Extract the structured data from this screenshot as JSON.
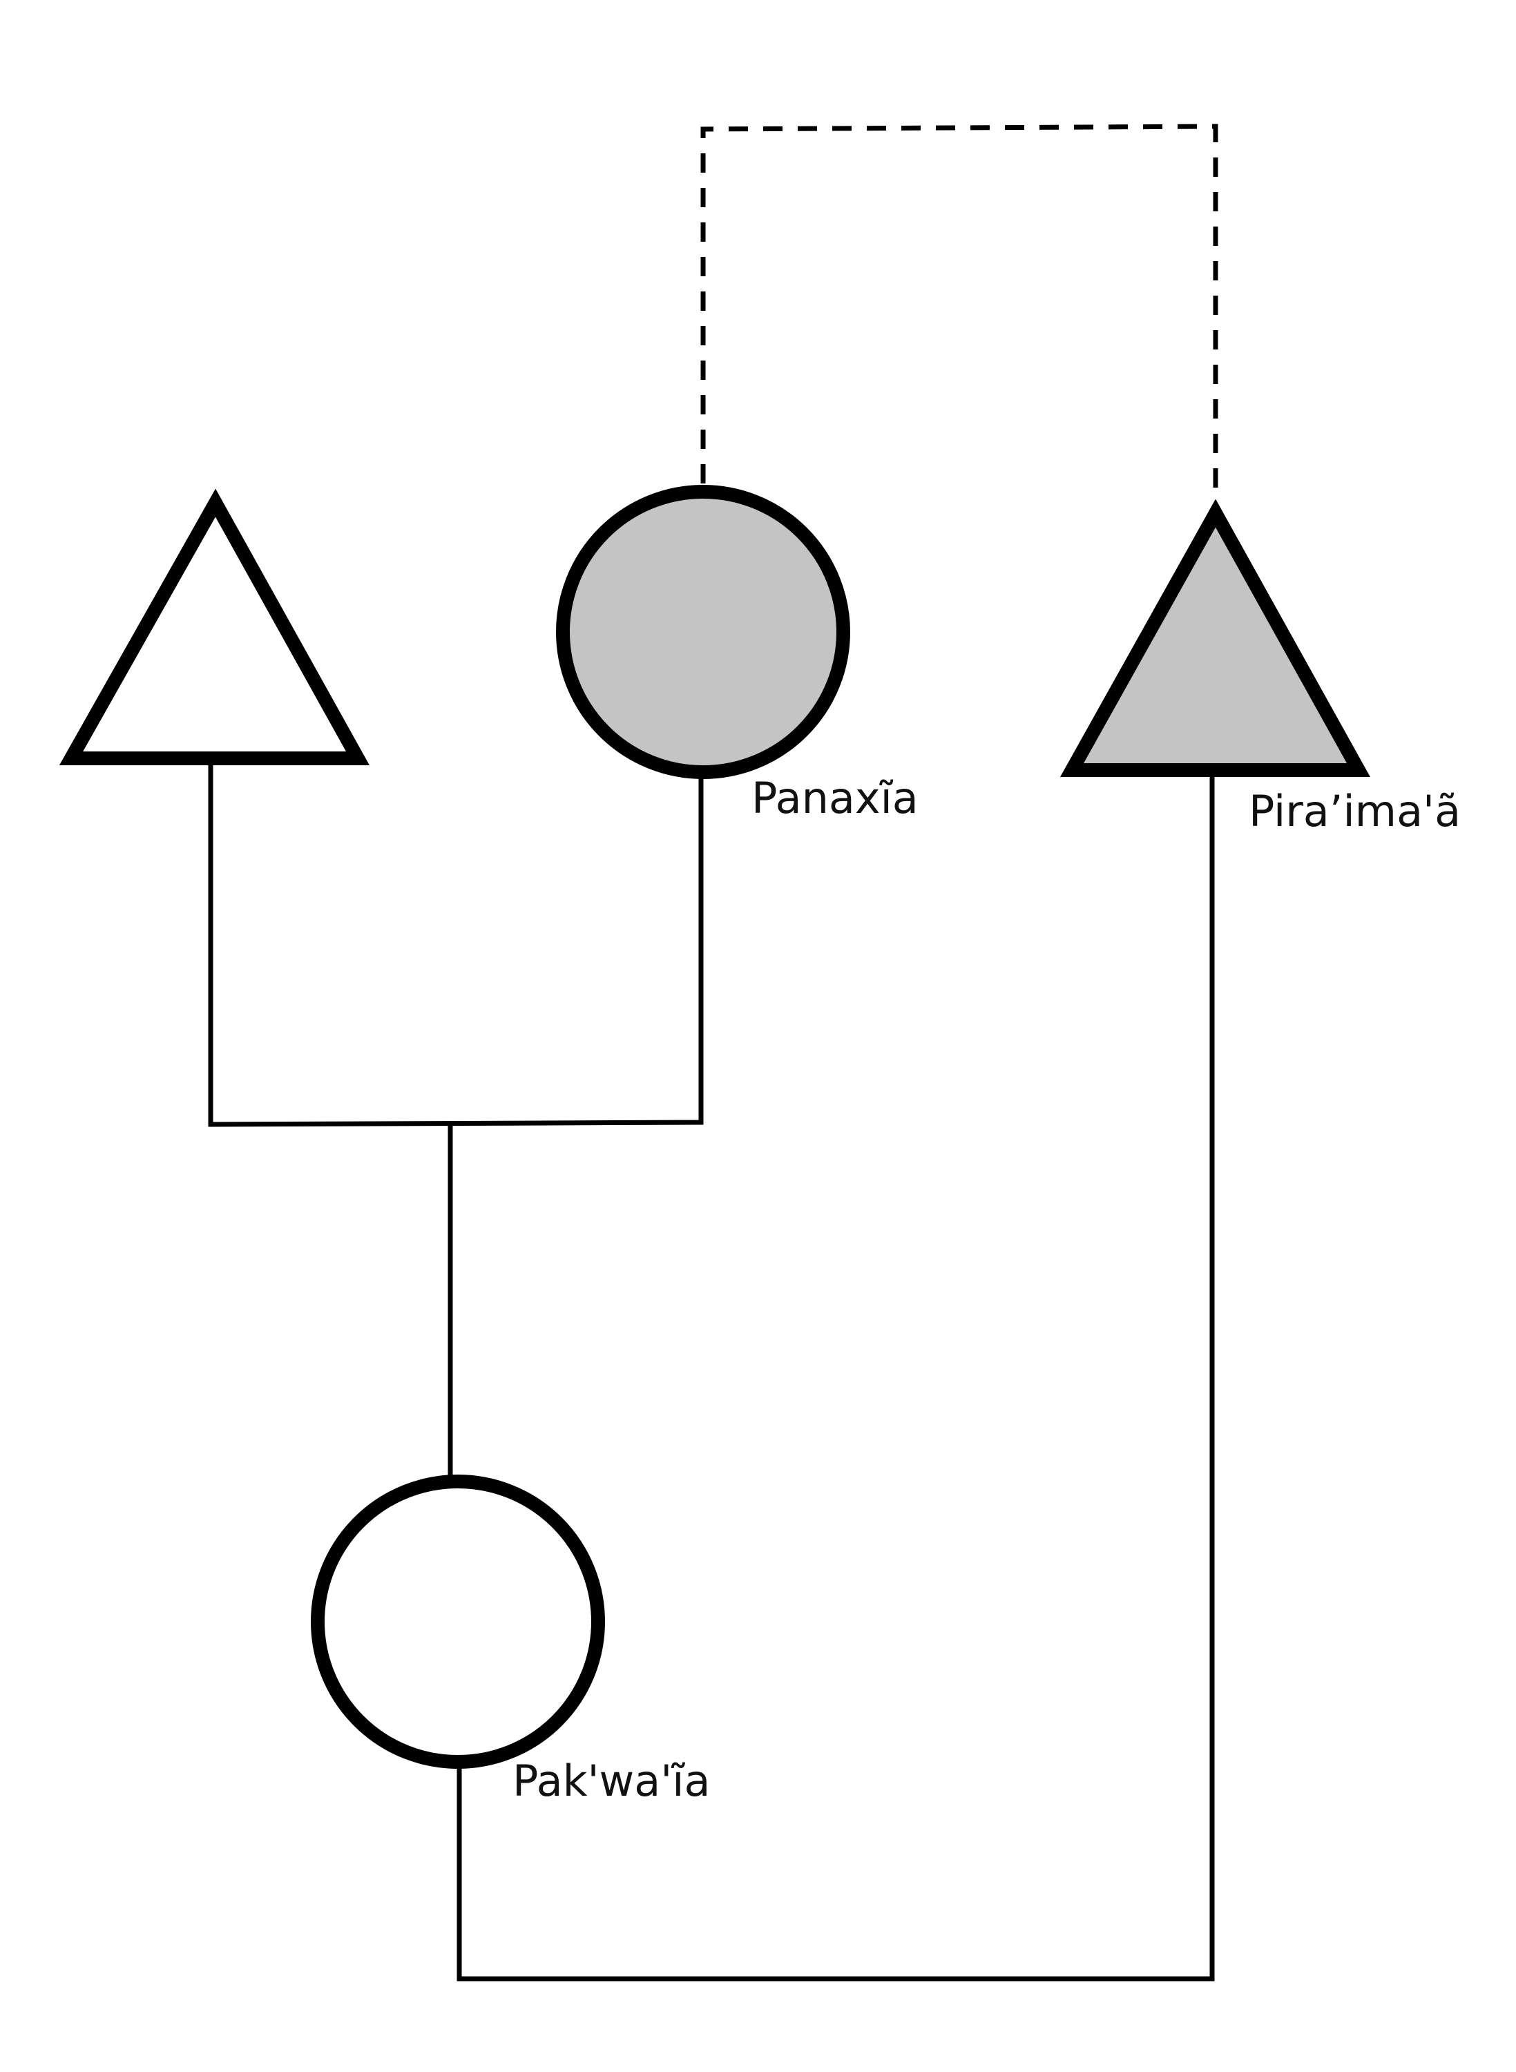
{
  "diagram": {
    "type": "kinship-chart",
    "colors": {
      "line": "#000000",
      "shaded_fill": "#c4c4c4",
      "unshaded_fill": "#ffffff"
    },
    "nodes": [
      {
        "id": "father",
        "shape": "triangle",
        "label": "",
        "shaded": false
      },
      {
        "id": "panaxia",
        "shape": "circle",
        "label": "Panaxĩa",
        "shaded": true
      },
      {
        "id": "piraima",
        "shape": "triangle",
        "label": "Pira’ima'ã",
        "shaded": true
      },
      {
        "id": "pakwaia",
        "shape": "circle",
        "label": "Pak'wa'ĩa",
        "shaded": false
      }
    ],
    "edges": [
      {
        "from": "panaxia",
        "to": "piraima",
        "style": "dashed"
      },
      {
        "from": "father",
        "to": "panaxia",
        "style": "solid",
        "relation": "marriage"
      },
      {
        "from": "father-panaxia",
        "to": "pakwaia",
        "style": "solid",
        "relation": "descent"
      },
      {
        "from": "pakwaia",
        "to": "piraima",
        "style": "solid"
      }
    ]
  }
}
